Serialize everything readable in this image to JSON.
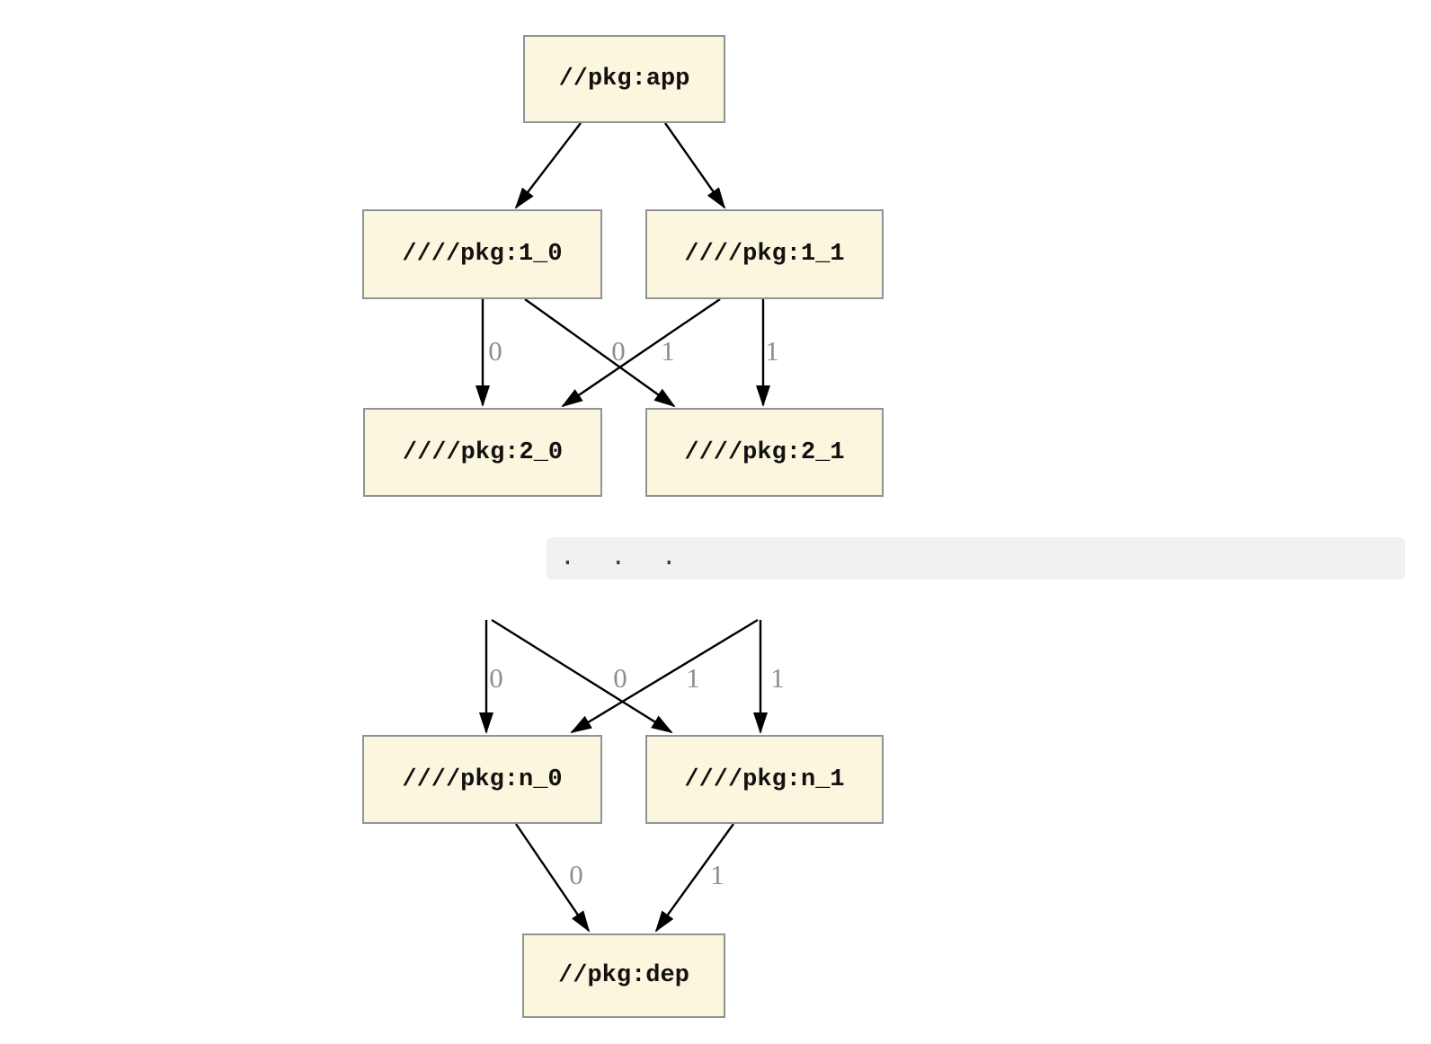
{
  "diagram": {
    "type": "dependency-graph",
    "colors": {
      "background": "#ffffff",
      "node_fill": "#fdf6de",
      "node_border": "#8d9499",
      "node_text": "#111111",
      "edge": "#000000",
      "edge_label": "#8e8e8e",
      "ellipsis_bar": "#f1f1f1",
      "ellipsis_text": "#3a3a3a"
    },
    "nodes": [
      {
        "id": "app",
        "label": "//pkg:app"
      },
      {
        "id": "1_0",
        "label": "////pkg:1_0"
      },
      {
        "id": "1_1",
        "label": "////pkg:1_1"
      },
      {
        "id": "2_0",
        "label": "////pkg:2_0"
      },
      {
        "id": "2_1",
        "label": "////pkg:2_1"
      },
      {
        "id": "n_0",
        "label": "////pkg:n_0"
      },
      {
        "id": "n_1",
        "label": "////pkg:n_1"
      },
      {
        "id": "dep",
        "label": "//pkg:dep"
      }
    ],
    "ellipsis": ".  .  .",
    "edges": [
      {
        "from": "app",
        "to": "1_0",
        "label": ""
      },
      {
        "from": "app",
        "to": "1_1",
        "label": ""
      },
      {
        "from": "1_0",
        "to": "2_0",
        "label": "0"
      },
      {
        "from": "1_0",
        "to": "2_1",
        "label": "0"
      },
      {
        "from": "1_1",
        "to": "2_0",
        "label": "1"
      },
      {
        "from": "1_1",
        "to": "2_1",
        "label": "1"
      },
      {
        "from": "ellipsis",
        "to": "n_0",
        "label": "0"
      },
      {
        "from": "ellipsis",
        "to": "n_1",
        "label": "0"
      },
      {
        "from": "ellipsis",
        "to": "n_0",
        "label": "1"
      },
      {
        "from": "ellipsis",
        "to": "n_1",
        "label": "1"
      },
      {
        "from": "n_0",
        "to": "dep",
        "label": "0"
      },
      {
        "from": "n_1",
        "to": "dep",
        "label": "1"
      }
    ]
  }
}
